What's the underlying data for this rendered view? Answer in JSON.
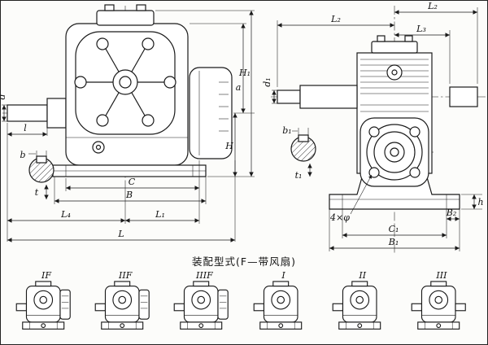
{
  "caption": "装配型式(F—带风扇)",
  "front": {
    "d": "d",
    "l": "l",
    "b": "b",
    "t": "t",
    "C": "C",
    "B": "B",
    "L4": "L₄",
    "L1": "L₁",
    "L": "L",
    "a": "a",
    "H": "H",
    "H1": "H₁"
  },
  "side": {
    "L2": "L₂",
    "L2_top": "L₂",
    "L3": "L₃",
    "d1": "d₁",
    "b1": "b₁",
    "t1": "t₁",
    "bolt": "4×φ",
    "C1": "C₁",
    "B1": "B₁",
    "B2": "B₂",
    "h": "h"
  },
  "variants": [
    "IF",
    "IIF",
    "IIIF",
    "I",
    "II",
    "III"
  ]
}
